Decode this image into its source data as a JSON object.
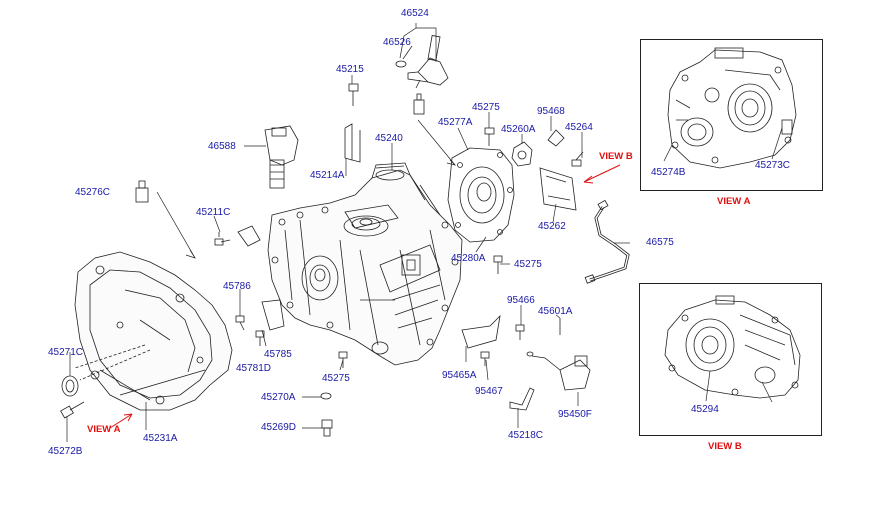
{
  "labels": {
    "p46524": "46524",
    "p46526": "46526",
    "p45215": "45215",
    "p46588": "46588",
    "p45214A": "45214A",
    "p45240": "45240",
    "p45277A": "45277A",
    "p45275a": "45275",
    "p45260A": "45260A",
    "p95468": "95468",
    "p45264": "45264",
    "p45276C": "45276C",
    "p45211C": "45211C",
    "p45262": "45262",
    "p46575": "46575",
    "p45280A": "45280A",
    "p45275b": "45275",
    "p45786": "45786",
    "p45785": "45785",
    "p45781D": "45781D",
    "p45275c": "45275",
    "p95466": "95466",
    "p45601A": "45601A",
    "p95465A": "95465A",
    "p95467": "95467",
    "p45271C": "45271C",
    "p45270A": "45270A",
    "p45269D": "45269D",
    "p45272B": "45272B",
    "p45231A": "45231A",
    "p45218C": "45218C",
    "p95450F": "95450F",
    "p45274B": "45274B",
    "p45273C": "45273C",
    "p45294": "45294"
  },
  "view_markers": {
    "view_b_arrow": "VIEW B",
    "view_a_arrow": "VIEW A",
    "view_a_caption": "VIEW A",
    "view_b_caption": "VIEW B"
  },
  "colors": {
    "label": "#1a1aa6",
    "view_text": "#e01010",
    "line": "#222222"
  }
}
